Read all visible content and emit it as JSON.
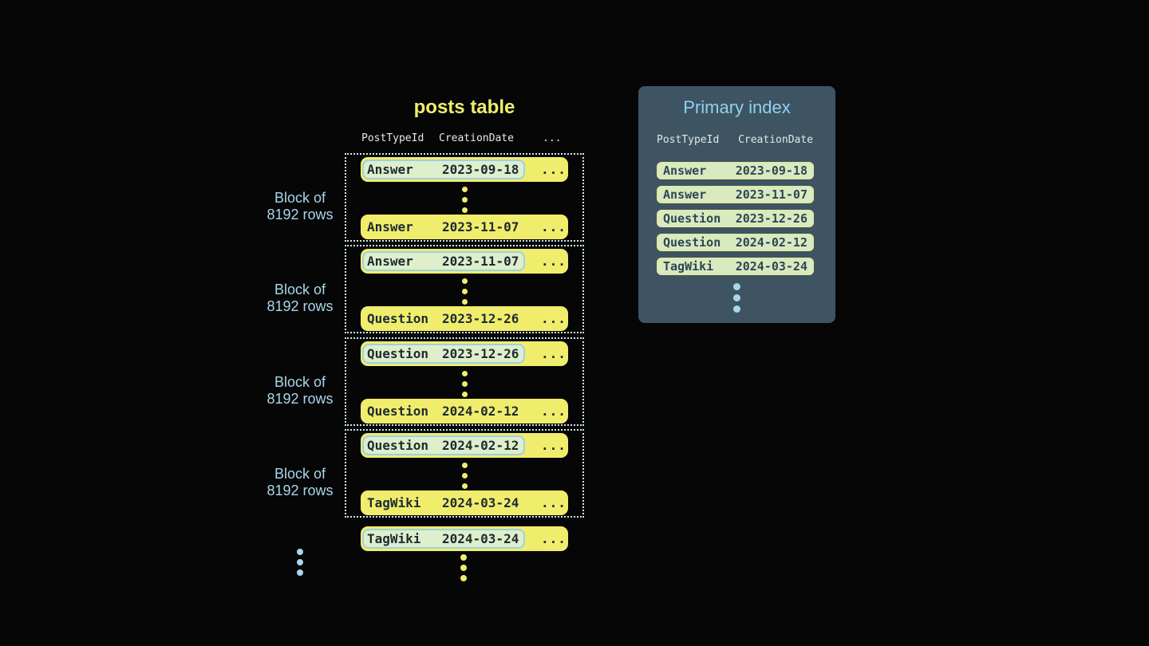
{
  "colors": {
    "background": "#060606",
    "accent_yellow": "#f1ed6c",
    "row_text_dark": "#1c2b33",
    "dotted_border_blue": "#cfe9f2",
    "highlight_fill_green": "#dfeecb",
    "highlight_border_blue": "#9ad2e6",
    "panel_background": "#3e5462",
    "panel_title_blue": "#8ed2f0",
    "index_row_fill": "#d9eac0",
    "index_row_border": "#e6e78e",
    "block_label_blue": "#a9d6ea"
  },
  "posts_table": {
    "title": "posts table",
    "columns": [
      "PostTypeId",
      "CreationDate",
      "..."
    ],
    "row_ellipsis": "...",
    "block_label_line1": "Block of",
    "block_label_line2": "8192 rows",
    "blocks": [
      {
        "first": {
          "type": "Answer",
          "date": "2023-09-18"
        },
        "last": {
          "type": "Answer",
          "date": "2023-11-07"
        }
      },
      {
        "first": {
          "type": "Answer",
          "date": "2023-11-07"
        },
        "last": {
          "type": "Question",
          "date": "2023-12-26"
        }
      },
      {
        "first": {
          "type": "Question",
          "date": "2023-12-26"
        },
        "last": {
          "type": "Question",
          "date": "2024-02-12"
        }
      },
      {
        "first": {
          "type": "Question",
          "date": "2024-02-12"
        },
        "last": {
          "type": "TagWiki",
          "date": "2024-03-24"
        }
      }
    ],
    "overflow_row": {
      "type": "TagWiki",
      "date": "2024-03-24"
    }
  },
  "primary_index": {
    "title": "Primary index",
    "columns": [
      "PostTypeId",
      "CreationDate"
    ],
    "rows": [
      {
        "type": "Answer",
        "date": "2023-09-18"
      },
      {
        "type": "Answer",
        "date": "2023-11-07"
      },
      {
        "type": "Question",
        "date": "2023-12-26"
      },
      {
        "type": "Question",
        "date": "2024-02-12"
      },
      {
        "type": "TagWiki",
        "date": "2024-03-24"
      }
    ]
  }
}
